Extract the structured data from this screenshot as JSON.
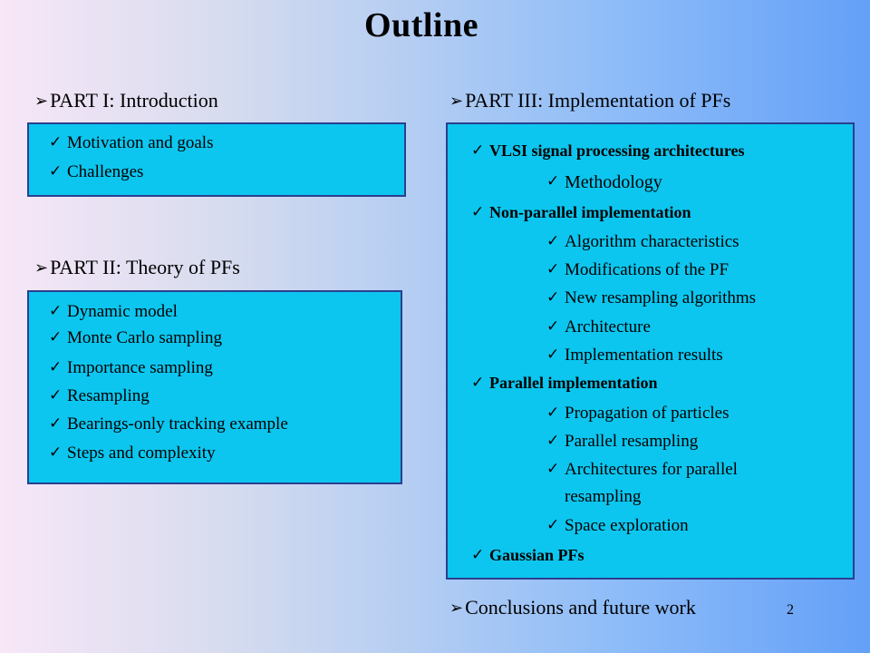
{
  "title": "Outline",
  "slide_number": "2",
  "arrow_glyph": "➢",
  "check_glyph": "✓",
  "part1": {
    "heading": "PART I: Introduction",
    "items": [
      "Motivation and goals",
      "Challenges"
    ]
  },
  "part2": {
    "heading": "PART II: Theory of PFs",
    "items": [
      "Dynamic model",
      "Monte Carlo sampling",
      "Importance sampling",
      "Resampling",
      "Bearings-only tracking example",
      "Steps and complexity"
    ]
  },
  "part3": {
    "heading": "PART III: Implementation of PFs",
    "items": [
      "VLSI signal processing architectures",
      "Methodology",
      "Non-parallel implementation",
      "Algorithm characteristics",
      "Modifications of the PF",
      "New resampling algorithms",
      "Architecture",
      "Implementation results",
      "Parallel implementation",
      "Propagation of particles",
      "Parallel resampling",
      "Architectures for parallel",
      "resampling",
      "Space exploration",
      "Gaussian PFs"
    ]
  },
  "conclusions": "Conclusions and future work",
  "colors": {
    "box_fill": "#0cc6ef",
    "box_border": "#2a3f8f"
  }
}
